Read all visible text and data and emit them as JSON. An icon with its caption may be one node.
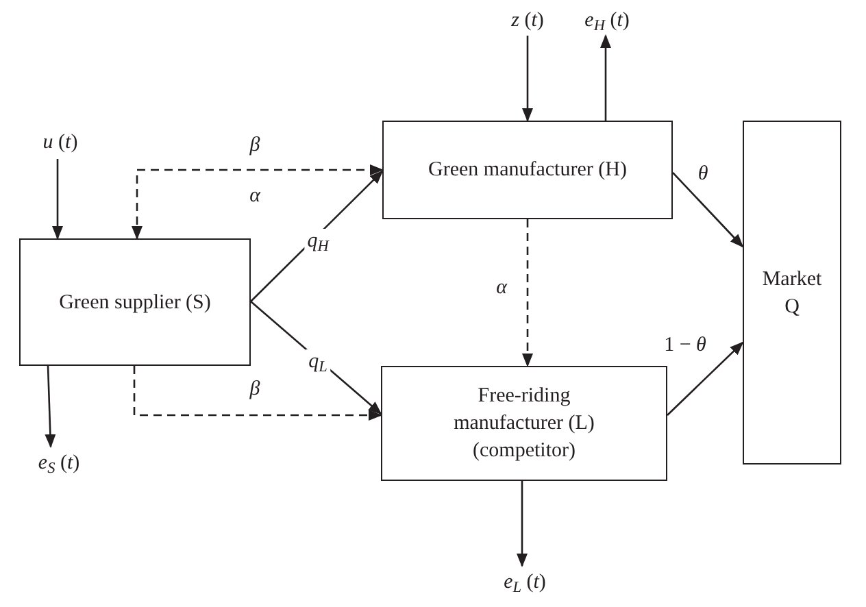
{
  "diagram": {
    "nodes": [
      {
        "text": [
          "Green supplier (S)"
        ]
      },
      {
        "text": [
          "Green manufacturer (H)"
        ]
      },
      {
        "text": [
          "Free-riding manufacturer (L) (competitor)"
        ]
      },
      {
        "text": [
          "Market Q"
        ]
      },
      {
        "text": [
          "*u* (*t*)"
        ]
      },
      {
        "text": [
          "*z* (*t*)"
        ]
      },
      {
        "text": [
          "*e*$_{H}$ (*t*)"
        ]
      },
      {
        "text": [
          "*e*$_{S}$ (*t*)"
        ]
      },
      {
        "text": [
          "*e*$_{L}$ (*t*)"
        ]
      }
    ],
    "edges": [
      {
        "from": 4,
        "to": 0,
        "arrow": "to"
      },
      {
        "from": 5,
        "to": 1,
        "arrow": "to"
      },
      {
        "from": 1,
        "to": 6,
        "arrow": "to"
      },
      {
        "from": 0,
        "to": 7,
        "arrow": "to"
      },
      {
        "from": 2,
        "to": 8,
        "arrow": "to"
      },
      {
        "from": 0,
        "to": 1,
        "arrow": "both",
        "label": "*β*",
        "style": "dashed"
      },
      {
        "from": 0,
        "to": 1,
        "arrow": "to",
        "label": "*q*$_{H}$"
      },
      {
        "from": 0,
        "to": 2,
        "arrow": "to",
        "label": "*q*$_{L}$"
      },
      {
        "from": 1,
        "to": 2,
        "arrow": "to",
        "label": "*α*",
        "style": "dashed"
      },
      {
        "from": 0,
        "to": 2,
        "arrow": "to",
        "label": "*β*",
        "style": "dashed"
      },
      {
        "from": 1,
        "to": 3,
        "arrow": "to",
        "label": "*θ*"
      },
      {
        "from": 2,
        "to": 3,
        "arrow": "to",
        "label": "1 − *θ*"
      }
    ],
    "labels": [
      "*α*"
    ]
  }
}
